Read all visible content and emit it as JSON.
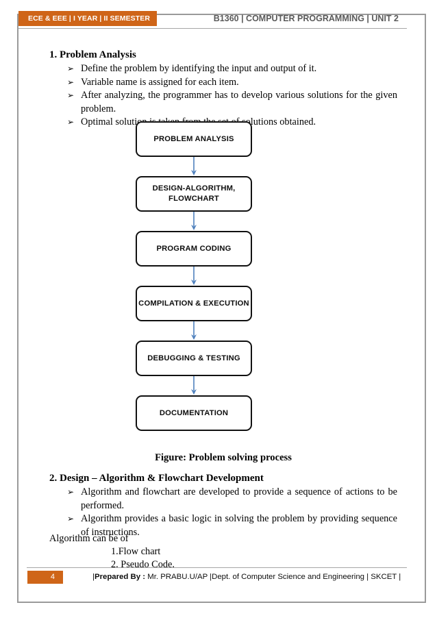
{
  "header": {
    "badge": "ECE & EEE | I YEAR | II SEMESTER",
    "title": "B1360 | COMPUTER PROGRAMMING | UNIT 2",
    "badge_color": "#cf6518",
    "title_color": "#5a5a5a"
  },
  "section_one": {
    "heading": "1. Problem Analysis",
    "bullet_glyph": "➢",
    "bullets": [
      "Define the problem by identifying the input and output of it.",
      "Variable name is assigned for each item.",
      "After analyzing, the programmer has to develop various solutions for the given problem.",
      "Optimal solution is taken from the set of solutions obtained."
    ]
  },
  "flowchart": {
    "nodes": [
      "PROBLEM ANALYSIS",
      "DESIGN-ALGORITHM,\nFLOWCHART",
      "PROGRAM CODING",
      "COMPILATION & EXECUTION",
      "DEBUGGING & TESTING",
      "DOCUMENTATION"
    ],
    "arrow_color": "#4f81bd",
    "node_border_color": "#101010",
    "caption": "Figure: Problem solving process"
  },
  "section_two": {
    "heading": "2. Design – Algorithm & Flowchart Development",
    "bullet_glyph": "➢",
    "bullets": [
      "Algorithm and flowchart are developed to provide a sequence of actions to be performed.",
      "Algorithm provides a basic logic in solving the problem by providing sequence of instructions."
    ]
  },
  "algorithm_block": {
    "intro": "Algorithm can be of",
    "items": [
      "1.Flow chart",
      "2. Pseudo Code."
    ]
  },
  "footer": {
    "page_number": "4",
    "prefix": "|",
    "prepared_by_label": "Prepared By :",
    "prepared_by_value": " Mr. PRABU.U/AP  |Dept. of Computer Science and Engineering | SKCET |",
    "accent_color": "#cf6518"
  }
}
